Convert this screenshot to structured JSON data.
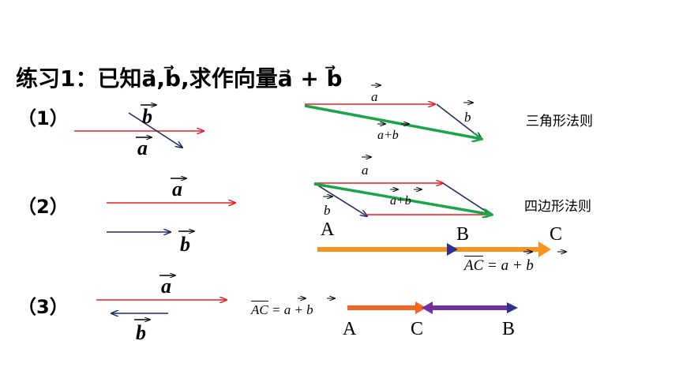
{
  "title": "练习1：已知a⃗,b⃗,求作向量a⃗ + b⃗",
  "parts": {
    "p1": "（1）",
    "p2": "（2）",
    "p3": "（3）"
  },
  "vector_labels": {
    "a": "a",
    "b": "b",
    "a_plus_b": "a+b"
  },
  "rules": {
    "triangle": "三角形法则",
    "parallelogram": "四边形法则"
  },
  "points": {
    "A": "A",
    "B": "B",
    "C": "C"
  },
  "formulas": {
    "ac_eq_label": "AC",
    "ac_rhs": "= a + b"
  },
  "colors": {
    "red": "#ee1c25",
    "navy": "#1f2a6b",
    "green": "#19a64a",
    "orange": "#f7941d",
    "orange_deep": "#f26522",
    "blue": "#2e3192",
    "purple": "#7030a0"
  }
}
